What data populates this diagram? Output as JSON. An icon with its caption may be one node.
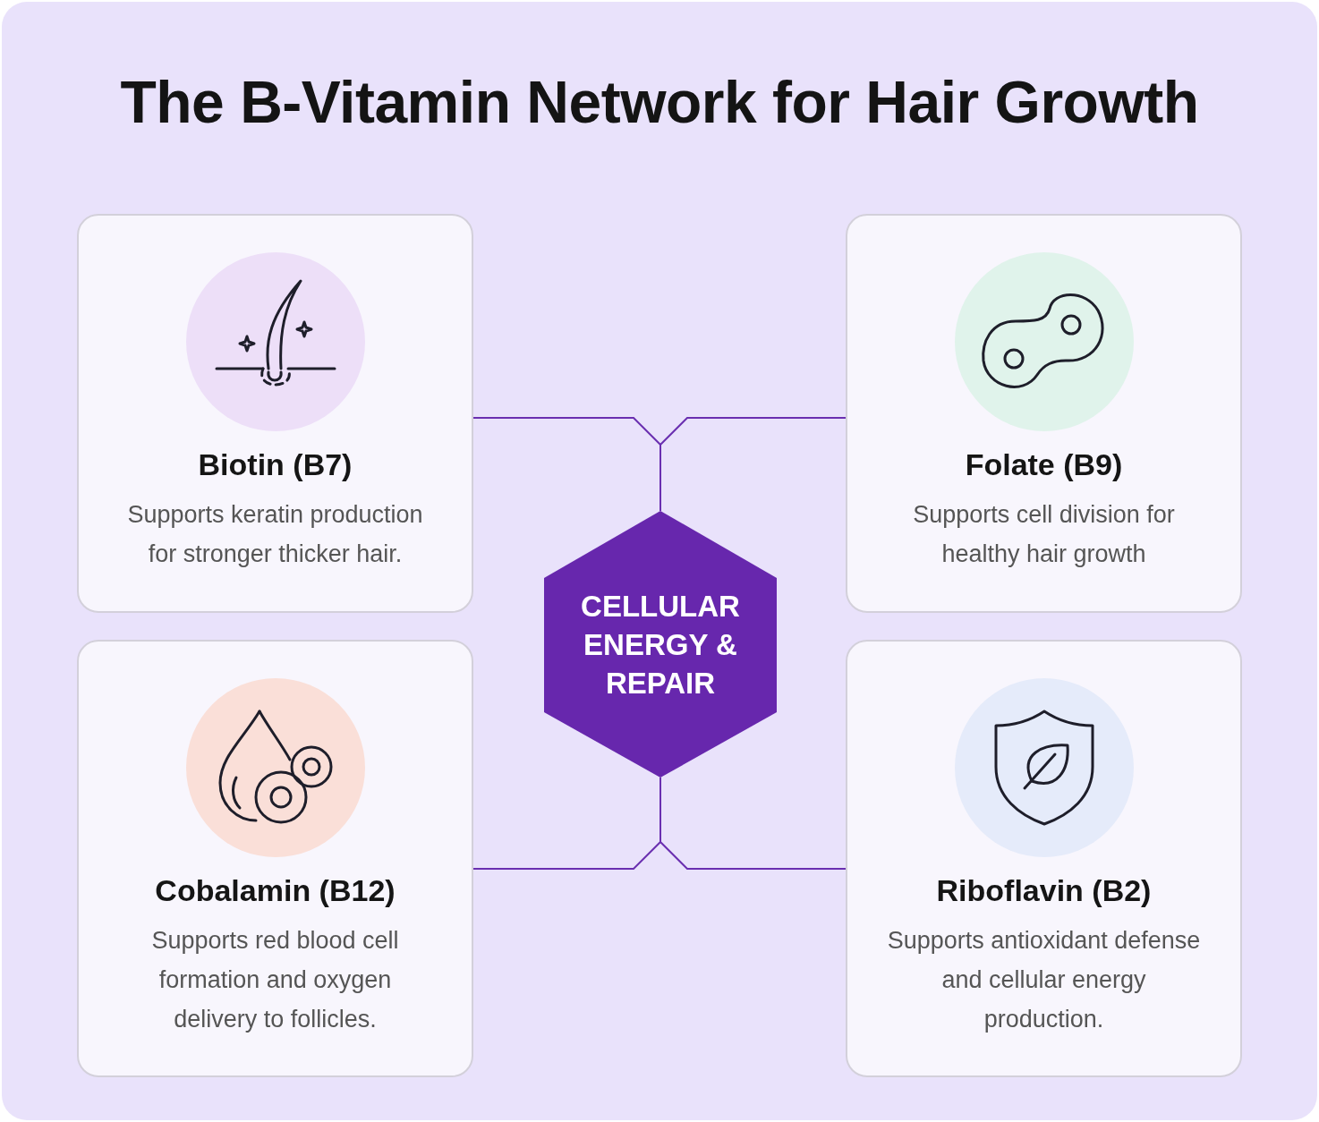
{
  "diagram": {
    "title": "The B-Vitamin Network for Hair Growth",
    "nodes": [
      {
        "text": [
          "Biotin (B7)",
          "Supports keratin production for stronger thicker hair."
        ]
      },
      {
        "text": [
          "Folate (B9)",
          "Supports cell division for healthy hair growth"
        ]
      },
      {
        "text": [
          "Cobalamin (B12)",
          "Supports red blood cell formation and oxygen delivery to follicles."
        ]
      },
      {
        "text": [
          "Riboflavin (B2)",
          "Supports antioxidant defense and cellular energy production."
        ]
      },
      {
        "text": [
          "CELLULAR ENERGY & REPAIR"
        ]
      }
    ],
    "edges": [
      {
        "from": 0,
        "to": 4,
        "arrow": "none"
      },
      {
        "from": 1,
        "to": 4,
        "arrow": "none"
      },
      {
        "from": 2,
        "to": 4,
        "arrow": "none"
      },
      {
        "from": 3,
        "to": 4,
        "arrow": "none"
      }
    ]
  }
}
